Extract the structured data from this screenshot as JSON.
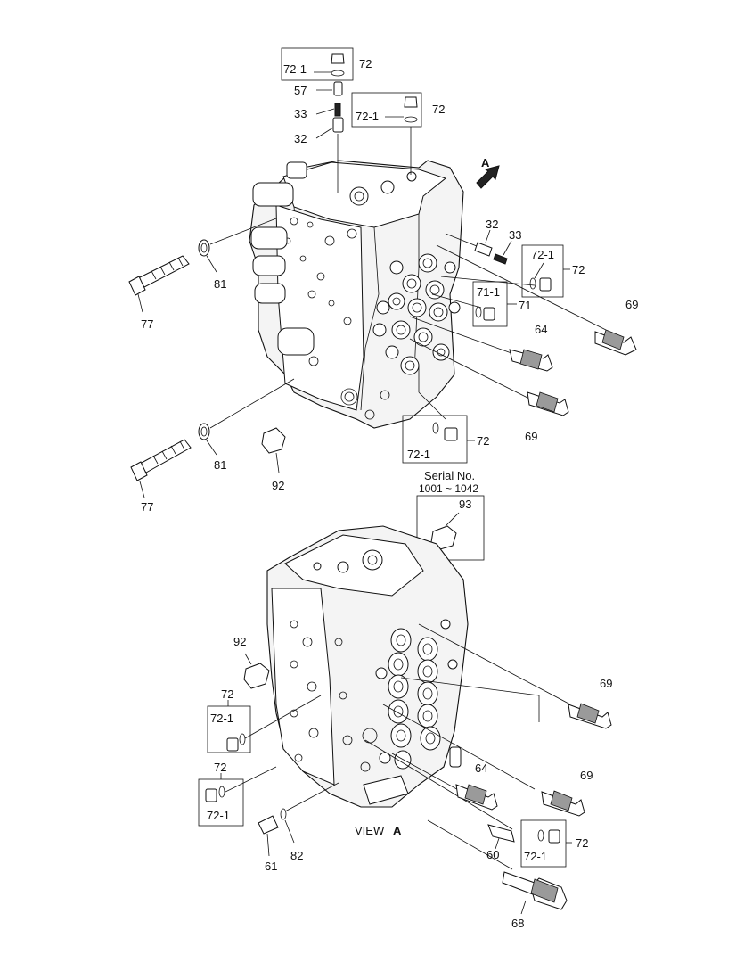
{
  "labels": {
    "top_72_a": "72",
    "top_72_1_a": "72-1",
    "top_57": "57",
    "top_33": "33",
    "top_32": "32",
    "top_72_b": "72",
    "top_72_1_b": "72-1",
    "arrow_a": "A",
    "right_32": "32",
    "right_33": "33",
    "right_72_1": "72-1",
    "right_72": "72",
    "right_69_a": "69",
    "right_71_1": "71-1",
    "right_71": "71",
    "right_64": "64",
    "right_69_b": "69",
    "bottom_72_1": "72-1",
    "bottom_72": "72",
    "left_81_a": "81",
    "left_77_a": "77",
    "left_81_b": "81",
    "left_77_b": "77",
    "left_92": "92",
    "serial_title": "Serial No.",
    "serial_range": "1001 ~ 1042",
    "serial_93": "93",
    "view2_92": "92",
    "view2_72_a": "72",
    "view2_72_1_a": "72-1",
    "view2_72_b": "72",
    "view2_72_1_b": "72-1",
    "view2_61": "61",
    "view2_82": "82",
    "view2_69_a": "69",
    "view2_64": "64",
    "view2_69_b": "69",
    "view2_60": "60",
    "view2_72_c": "72",
    "view2_72_1_c": "72-1",
    "view2_68": "68",
    "view_caption": "VIEW",
    "view_letter": "A"
  }
}
